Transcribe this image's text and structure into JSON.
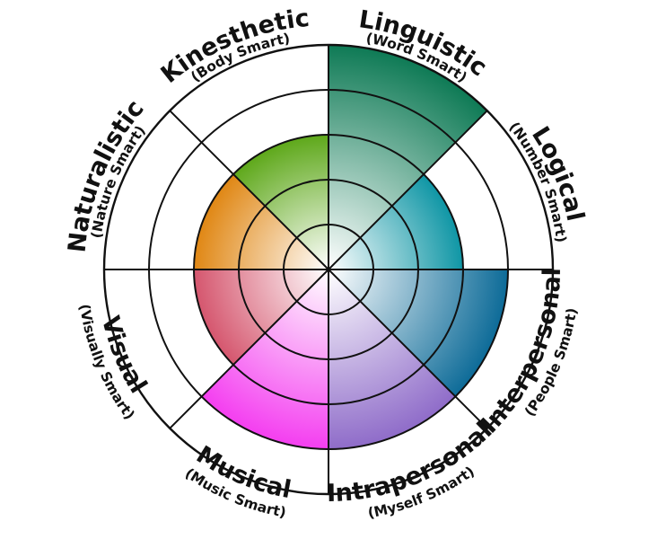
{
  "chart_data": {
    "type": "radial-bar",
    "ring_max": 5,
    "segments": [
      {
        "name": "Linguistic",
        "subtitle": "(Word Smart)",
        "value": 5,
        "color": "#0e7a55"
      },
      {
        "name": "Logical",
        "subtitle": "(Number Smart)",
        "value": 3,
        "color": "#0f96a5"
      },
      {
        "name": "Interpersonal",
        "subtitle": "(People Smart)",
        "value": 4,
        "color": "#0d6b98"
      },
      {
        "name": "Intrapersonal",
        "subtitle": "(Myself Smart)",
        "value": 4,
        "color": "#8f6cc9"
      },
      {
        "name": "Musical",
        "subtitle": "(Music Smart)",
        "value": 4,
        "color": "#f43ef0"
      },
      {
        "name": "Visual",
        "subtitle": "(Visually Smart)",
        "value": 3,
        "color": "#d5566e"
      },
      {
        "name": "Naturalistic",
        "subtitle": "(Nature Smart)",
        "value": 3,
        "color": "#e08714"
      },
      {
        "name": "Kinesthetic",
        "subtitle": "(Body Smart)",
        "value": 3,
        "color": "#5ea81a"
      }
    ]
  }
}
